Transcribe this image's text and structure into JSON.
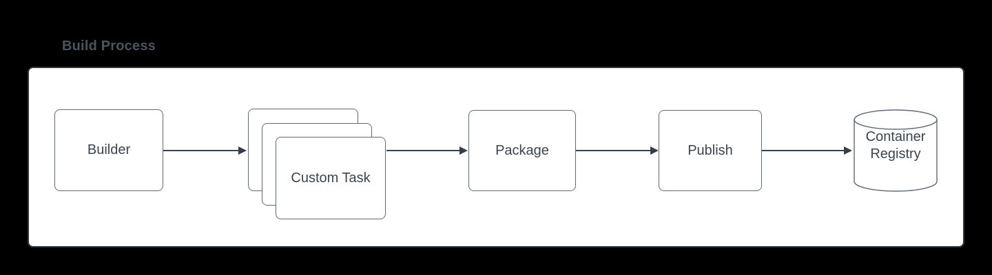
{
  "title": "Build Process",
  "diagram": {
    "nodes": {
      "builder": {
        "label": "Builder",
        "shape": "rectangle"
      },
      "custom_task": {
        "label": "Custom Task",
        "shape": "stacked-rectangles",
        "stack_count": 3
      },
      "package": {
        "label": "Package",
        "shape": "rectangle"
      },
      "publish": {
        "label": "Publish",
        "shape": "rectangle"
      },
      "container_registry": {
        "label": "Container Registry",
        "shape": "cylinder"
      }
    },
    "edges": [
      {
        "from": "builder",
        "to": "custom_task"
      },
      {
        "from": "custom_task",
        "to": "package"
      },
      {
        "from": "package",
        "to": "publish"
      },
      {
        "from": "publish",
        "to": "container_registry"
      }
    ]
  },
  "colors": {
    "page_background": "#000000",
    "canvas_fill": "#ffffff",
    "canvas_border": "#2d3742",
    "shape_fill": "#ffffff",
    "shape_border": "#5e6974",
    "shape_text": "#3a4550",
    "connector": "#39434e",
    "title_text": "#49545f"
  }
}
